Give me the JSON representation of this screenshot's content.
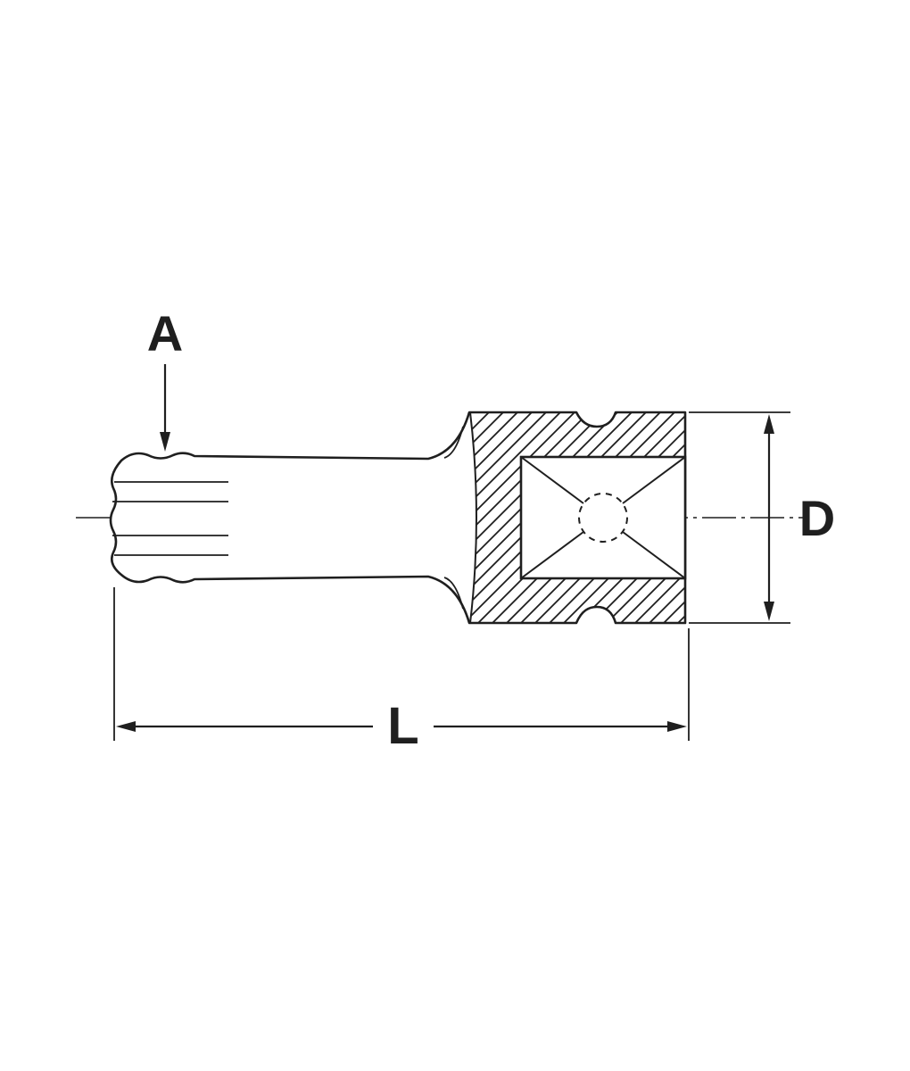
{
  "labels": {
    "a": "A",
    "d": "D",
    "l": "L"
  },
  "colors": {
    "line": "#1f1f1f",
    "background": "#ffffff"
  }
}
